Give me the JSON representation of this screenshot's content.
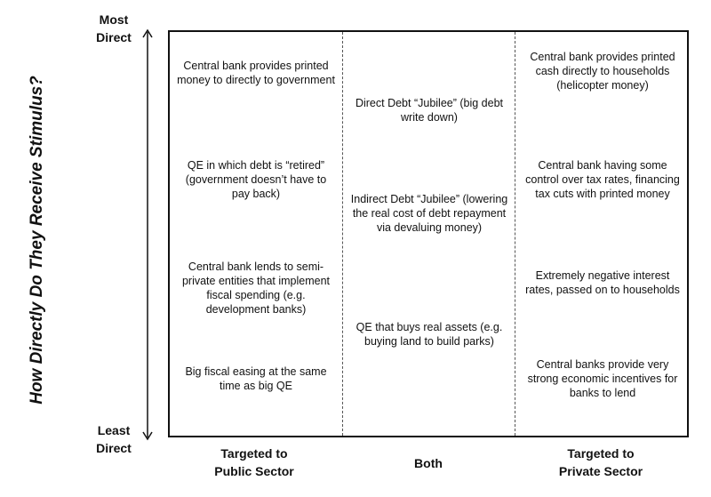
{
  "y_axis": {
    "title": "How Directly Do They Receive Stimulus?",
    "top_label": [
      "Most",
      "Direct"
    ],
    "bottom_label": [
      "Least",
      "Direct"
    ]
  },
  "columns": [
    "Targeted to Public Sector",
    "Both",
    "Targeted to Private Sector"
  ],
  "column_lines": [
    [
      "Targeted to",
      "Public Sector"
    ],
    [
      "Both"
    ],
    [
      "Targeted to",
      "Private Sector"
    ]
  ],
  "public": [
    "Central bank provides printed money to directly to government",
    "QE in which debt is “retired” (government doesn’t have to pay back)",
    "Central bank lends to semi-private entities that implement fiscal spending (e.g. development banks)",
    "Big fiscal easing at the same time as big QE"
  ],
  "both": [
    "Direct Debt “Jubilee” (big debt write down)",
    "Indirect Debt “Jubilee” (lowering the real cost of debt repayment via devaluing money)",
    "QE that buys real assets (e.g. buying land to build parks)"
  ],
  "private": [
    "Central bank provides printed cash directly to households (helicopter money)",
    "Central bank having some control over tax rates, financing tax cuts with printed money",
    "Extremely negative interest rates, passed on to households",
    "Central banks provide very strong economic incentives for banks to lend"
  ]
}
